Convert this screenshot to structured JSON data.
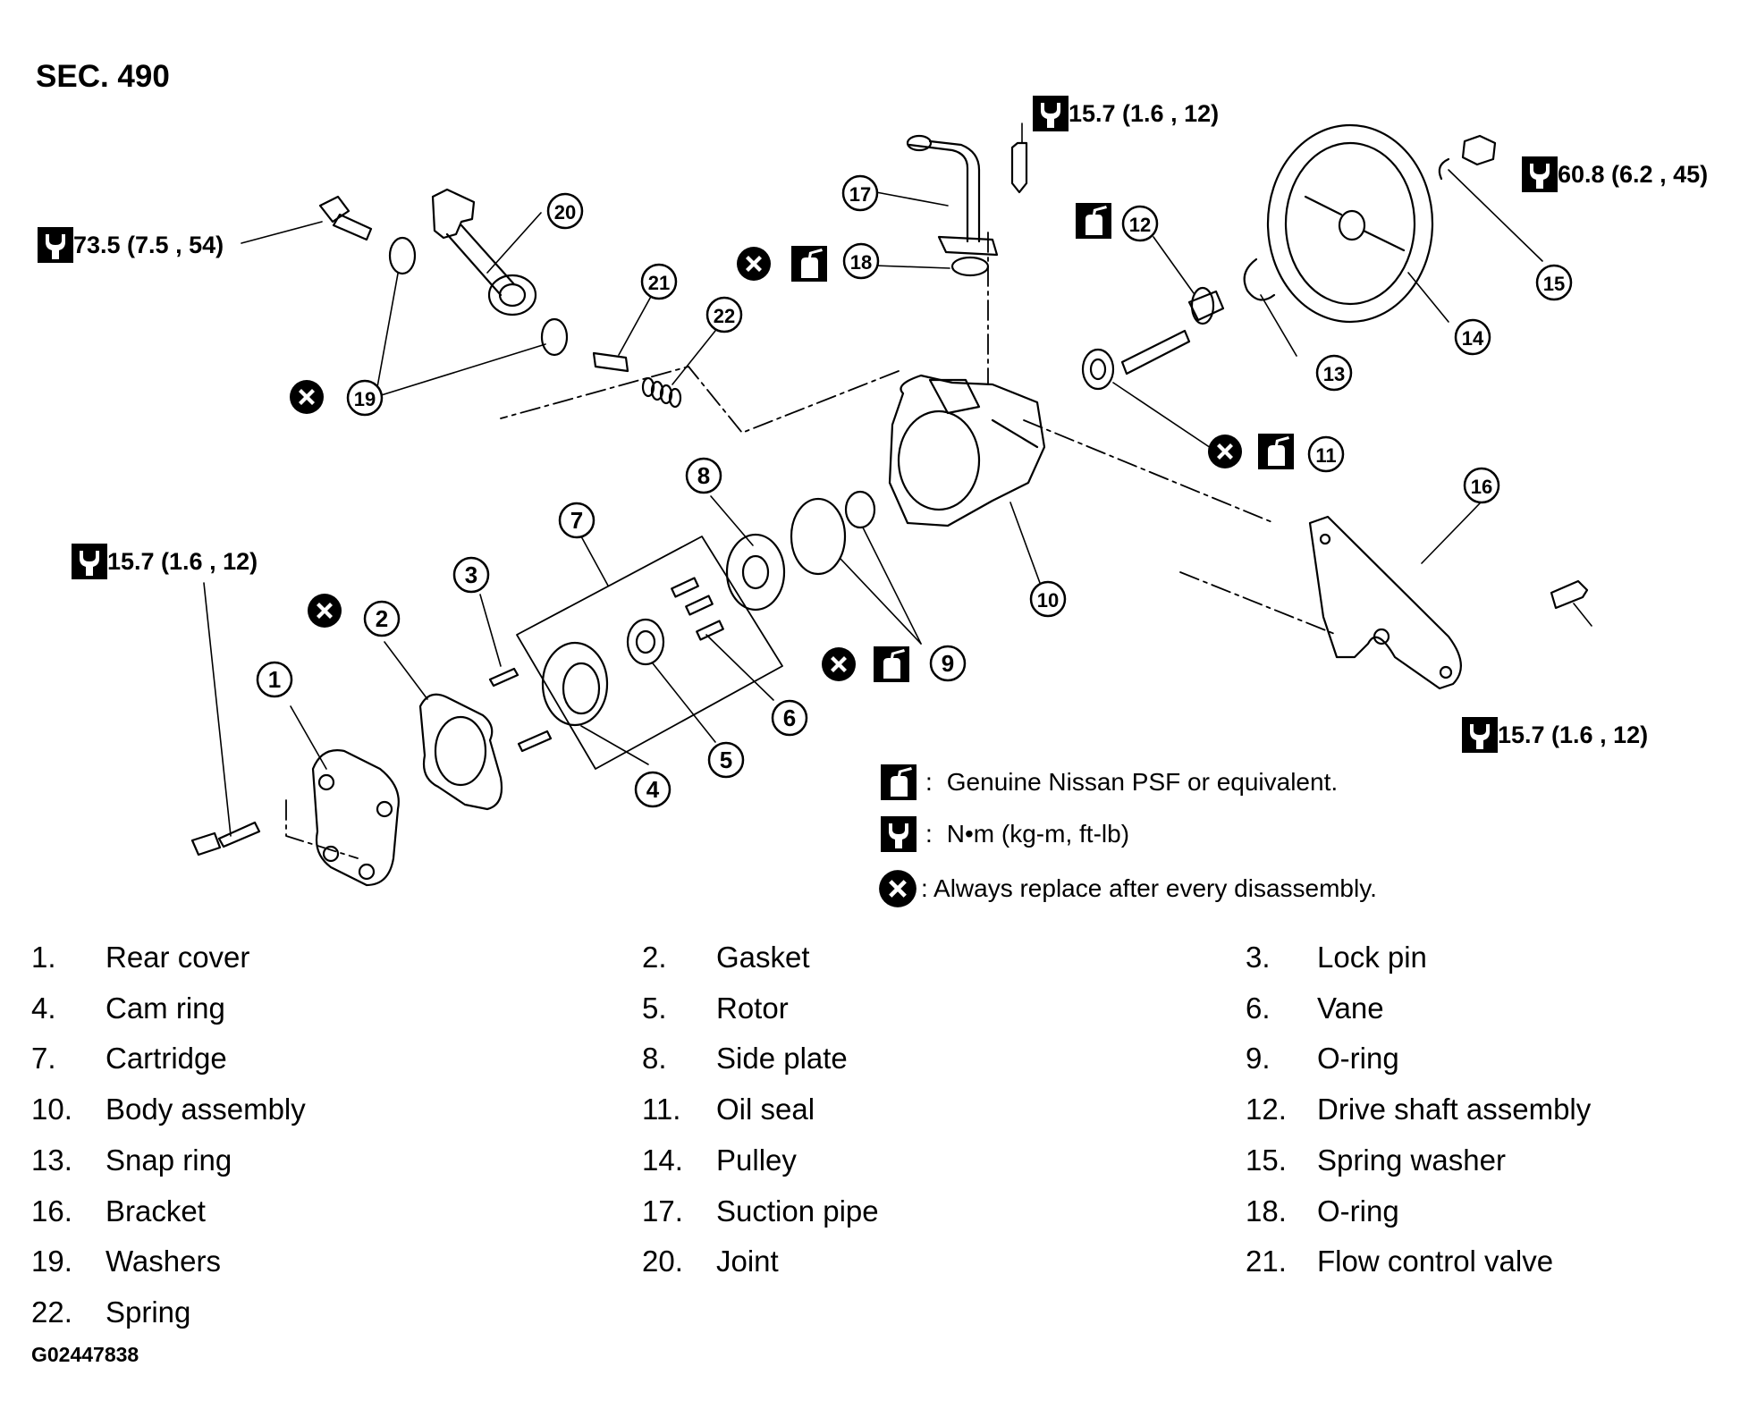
{
  "section": "SEC. 490",
  "figure_code": "G02447838",
  "callouts": [
    "1",
    "2",
    "3",
    "4",
    "5",
    "6",
    "7",
    "8",
    "9",
    "10",
    "11",
    "12",
    "13",
    "14",
    "15",
    "16",
    "17",
    "18",
    "19",
    "20",
    "21",
    "22"
  ],
  "torque_values": {
    "suction_pipe_bolt": "15.7 (1.6 , 12)",
    "pulley_nut": "60.8 (6.2 , 45)",
    "joint_bolt": "73.5 (7.5 , 54)",
    "rear_cover_bolt": "15.7 (1.6 , 12)",
    "bracket_bolt": "15.7 (1.6 , 12)"
  },
  "legend": {
    "fluid_label": "Genuine Nissan PSF or equivalent.",
    "torque_units": "N•m  (kg-m,  ft-lb)",
    "replace_label": ": Always replace after every disassembly."
  },
  "parts_list": [
    {
      "num": "1.",
      "name": "Rear cover"
    },
    {
      "num": "2.",
      "name": "Gasket"
    },
    {
      "num": "3.",
      "name": "Lock pin"
    },
    {
      "num": "4.",
      "name": "Cam ring"
    },
    {
      "num": "5.",
      "name": "Rotor"
    },
    {
      "num": "6.",
      "name": "Vane"
    },
    {
      "num": "7.",
      "name": "Cartridge"
    },
    {
      "num": "8.",
      "name": "Side plate"
    },
    {
      "num": "9.",
      "name": "O-ring"
    },
    {
      "num": "10.",
      "name": "Body assembly"
    },
    {
      "num": "11.",
      "name": "Oil seal"
    },
    {
      "num": "12.",
      "name": "Drive shaft assembly"
    },
    {
      "num": "13.",
      "name": "Snap ring"
    },
    {
      "num": "14.",
      "name": "Pulley"
    },
    {
      "num": "15.",
      "name": "Spring washer"
    },
    {
      "num": "16.",
      "name": "Bracket"
    },
    {
      "num": "17.",
      "name": "Suction pipe"
    },
    {
      "num": "18.",
      "name": "O-ring"
    },
    {
      "num": "19.",
      "name": "Washers"
    },
    {
      "num": "20.",
      "name": "Joint"
    },
    {
      "num": "21.",
      "name": "Flow control valve"
    },
    {
      "num": "22.",
      "name": "Spring"
    }
  ]
}
